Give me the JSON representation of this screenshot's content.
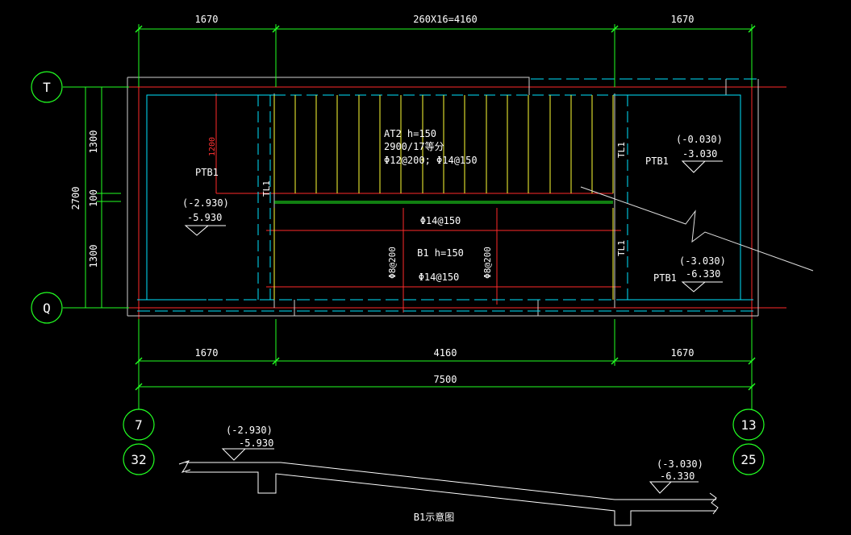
{
  "colors": {
    "background": "#000000",
    "axis_red": "#ff2a2a",
    "dimension_green": "#22ff22",
    "wall_cyan": "#00ffff",
    "beam_white": "#d0d0d0",
    "stair_yellow": "#ffff33",
    "text_white": "#ffffff"
  },
  "dimensions": {
    "top_left": "1670",
    "top_middle": "260X16=4160",
    "top_right": "1670",
    "bottom_left": "1670",
    "bottom_middle": "4160",
    "bottom_right": "1670",
    "bottom_total": "7500",
    "left_upper": "1300",
    "left_middle": "100",
    "left_lower": "1300",
    "left_total": "2700",
    "stair_red": "1200"
  },
  "axes": {
    "row_top": "T",
    "row_bottom": "Q",
    "col_left_primary": "7",
    "col_left_secondary": "32",
    "col_right_primary": "13",
    "col_right_secondary": "25"
  },
  "labels": {
    "ptb_left": "PTB1",
    "ptb_right_top": "PTB1",
    "ptb_right_bottom": "PTB1",
    "tl_left": "TL1",
    "tl_right_top": "TL1",
    "tl_right_bottom": "TL1",
    "stair_title": "AT2  h=150",
    "stair_steps": "2900/17等分",
    "stair_rebar": "Φ12@200;  Φ14@150",
    "slab_title": "B1  h=150",
    "slab_top_rebar": "Φ14@150",
    "slab_bottom_rebar": "Φ14@150",
    "slab_side_rebar_left": "Φ8@200",
    "slab_side_rebar_right": "Φ8@200",
    "section_title": "B1示意图"
  },
  "elevations": {
    "left_a": "(-2.930)",
    "left_b": "-5.930",
    "right_top_a": "(-0.030)",
    "right_top_b": "-3.030",
    "right_bottom_a": "(-3.030)",
    "right_bottom_b": "-6.330",
    "section_left_a": "(-2.930)",
    "section_left_b": "-5.930",
    "section_right_a": "(-3.030)",
    "section_right_b": "-6.330"
  }
}
